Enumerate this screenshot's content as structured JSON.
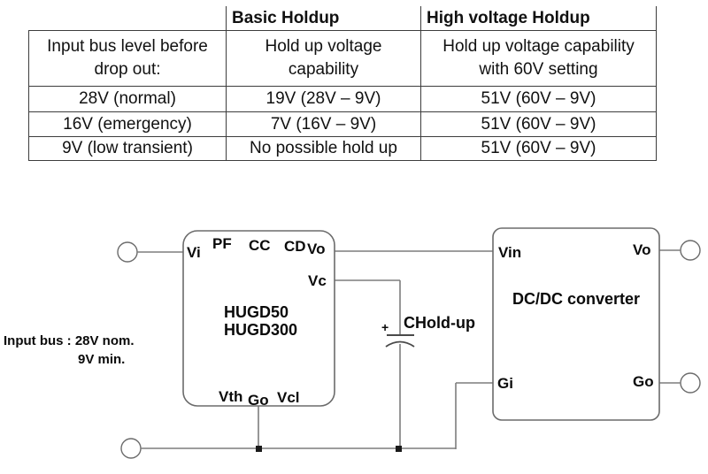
{
  "table": {
    "header": [
      "",
      "Basic Holdup",
      "High voltage Holdup"
    ],
    "rows": [
      [
        "Input bus level before\ndrop out:",
        "Hold up voltage\ncapability",
        "Hold up voltage capability\nwith 60V setting"
      ],
      [
        "28V (normal)",
        "19V (28V – 9V)",
        "51V (60V – 9V)"
      ],
      [
        "16V (emergency)",
        "7V (16V – 9V)",
        "51V (60V – 9V)"
      ],
      [
        "9V (low transient)",
        "No possible hold up",
        "51V (60V – 9V)"
      ]
    ]
  },
  "diagram": {
    "holdup_module": {
      "line1": "HUGD50",
      "line2": "HUGD300",
      "pins": {
        "vi": "Vi",
        "pf": "PF",
        "cc": "CC",
        "cd": "CD",
        "vo": "Vo",
        "vc": "Vc",
        "vth": "Vth",
        "go": "Go",
        "vcl": "Vcl"
      }
    },
    "dcdc_converter": {
      "label": "DC/DC converter",
      "pins": {
        "vin": "Vin",
        "vo": "Vo",
        "gi": "Gi",
        "go": "Go"
      }
    },
    "capacitor": {
      "label": "CHold-up",
      "polarity": "+"
    },
    "input_note": {
      "line1": "Input bus : 28V nom.",
      "line2": "9V min."
    }
  },
  "colors": {
    "wire": "#7d7d7d",
    "box_border": "#6b6b6b",
    "table_line": "#3d3d3d",
    "text": "#0a0a0a",
    "junction": "#1a1a1a"
  }
}
